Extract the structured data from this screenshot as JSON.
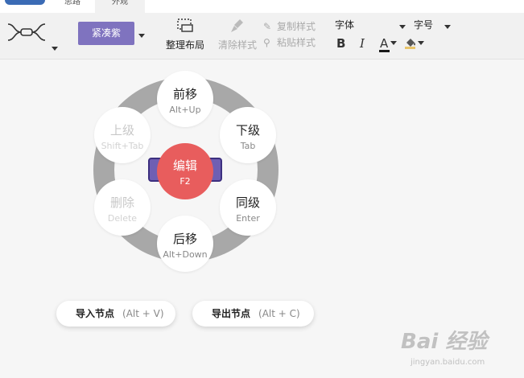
{
  "tabs": [
    {
      "label": "思路"
    },
    {
      "label": "外观"
    }
  ],
  "toolbar": {
    "theme_label": "紧凑紫",
    "layout_label": "整理布局",
    "clear_style_label": "清除样式",
    "copy_style_label": "复制样式",
    "paste_style_label": "粘贴样式",
    "font_label": "字体",
    "font_size_label": "字号",
    "bold_label": "B",
    "italic_label": "I",
    "font_color_label": "A",
    "font_color": "#1a1a1a"
  },
  "radial_menu": {
    "center": {
      "label": "编辑",
      "shortcut": "F2"
    },
    "items": [
      {
        "label": "前移",
        "shortcut": "Alt+Up",
        "enabled": true
      },
      {
        "label": "下级",
        "shortcut": "Tab",
        "enabled": true
      },
      {
        "label": "同级",
        "shortcut": "Enter",
        "enabled": true
      },
      {
        "label": "后移",
        "shortcut": "Alt+Down",
        "enabled": true
      },
      {
        "label": "删除",
        "shortcut": "Delete",
        "enabled": false
      },
      {
        "label": "上级",
        "shortcut": "Shift+Tab",
        "enabled": false
      }
    ]
  },
  "bottom_buttons": {
    "import": {
      "label": "导入节点",
      "shortcut": "(Alt + V)"
    },
    "export": {
      "label": "导出节点",
      "shortcut": "(Alt + C)"
    }
  },
  "watermark": {
    "logo": "Bai 经验",
    "url": "jingyan.baidu.com"
  },
  "colors": {
    "theme_purple": "#7f73bf",
    "accent_red": "#e85d5d",
    "ring_gray": "#a8a8a8",
    "node_purple": "#6f5fb3"
  }
}
